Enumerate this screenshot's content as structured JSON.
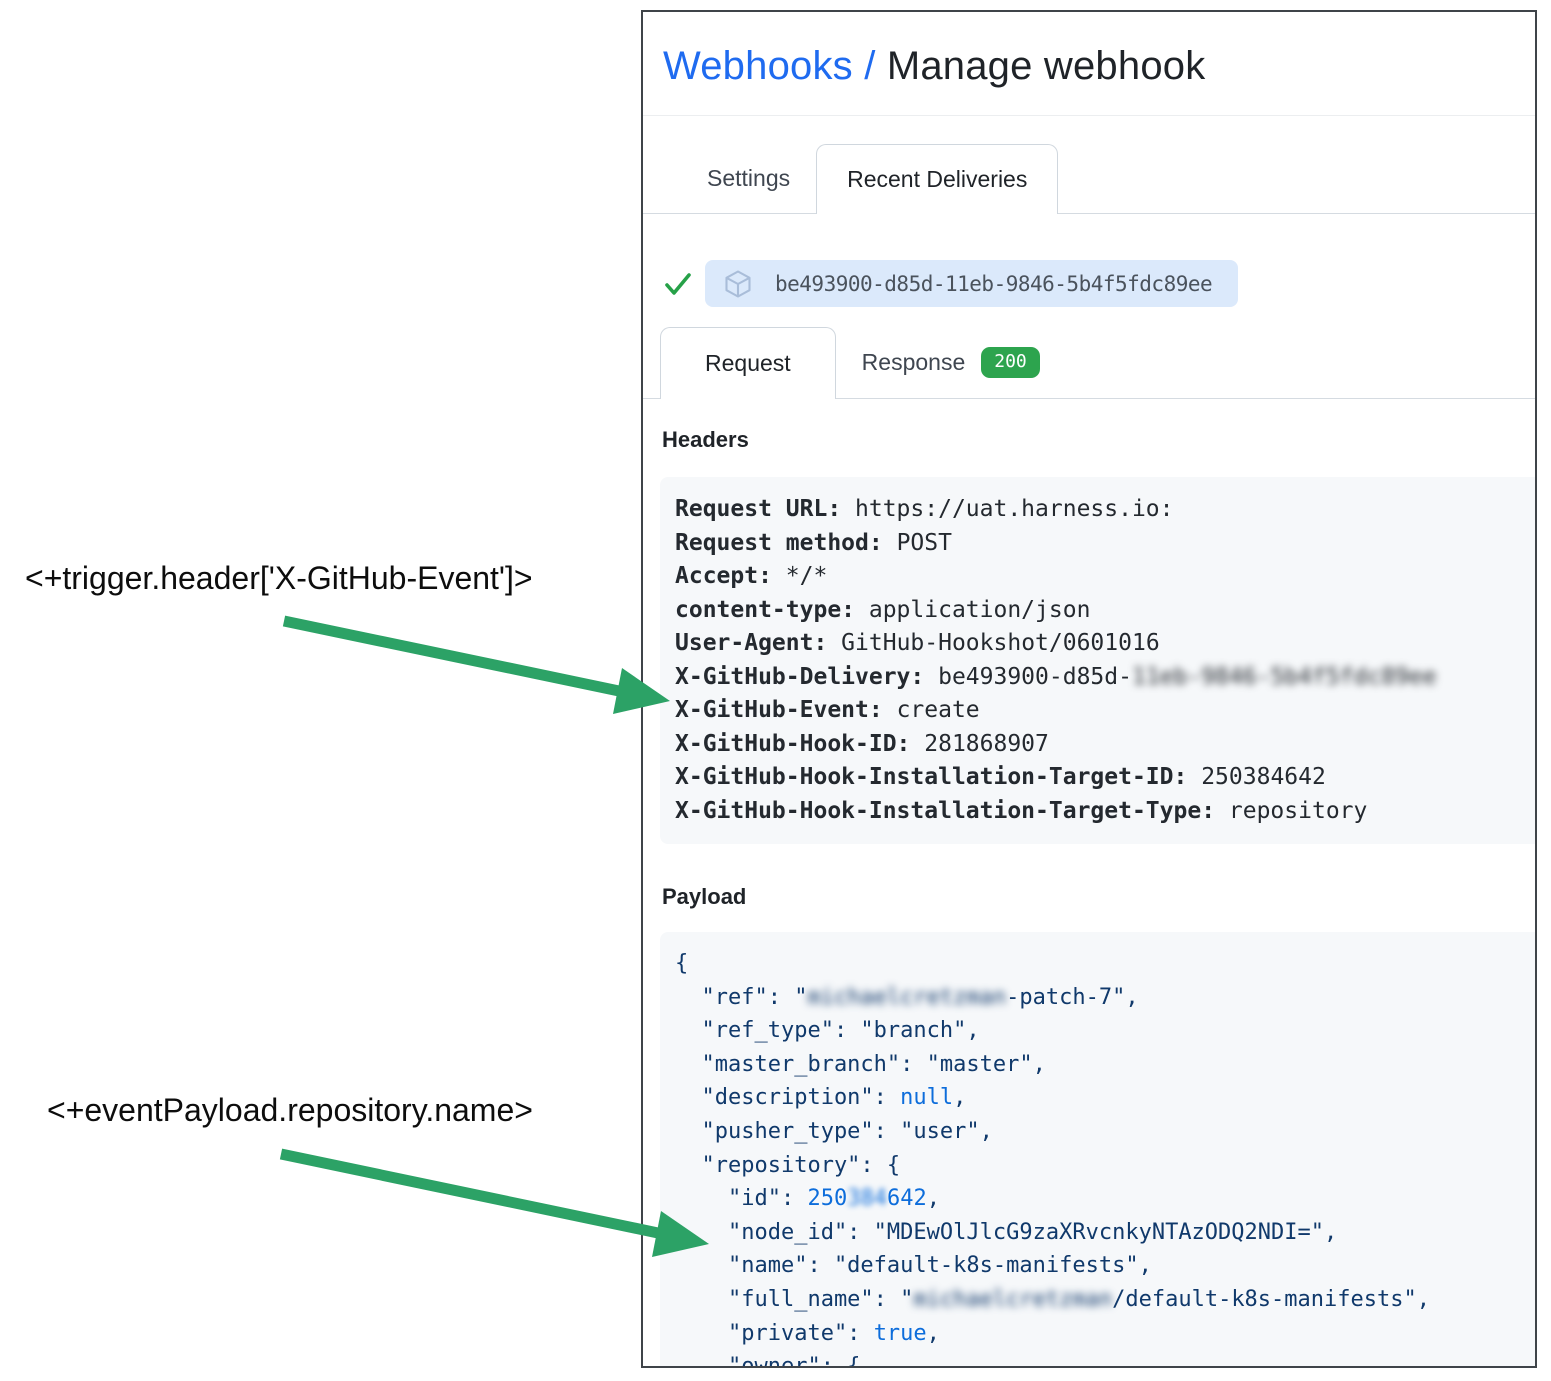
{
  "page": {
    "breadcrumb_link": "Webhooks",
    "breadcrumb_separator": " / ",
    "title": "Manage webhook"
  },
  "tabs": {
    "settings": "Settings",
    "recent_deliveries": "Recent Deliveries"
  },
  "delivery": {
    "id": "be493900-d85d-11eb-9846-5b4f5fdc89ee",
    "status_icon": "check-icon",
    "package_icon": "cube-icon"
  },
  "subtabs": {
    "request": "Request",
    "response": "Response",
    "response_status": "200"
  },
  "headers_section": {
    "heading": "Headers",
    "lines": [
      {
        "key": "Request URL:",
        "value": "https://uat.harness.io:"
      },
      {
        "key": "Request method:",
        "value": "POST"
      },
      {
        "key": "Accept:",
        "value": "*/*"
      },
      {
        "key": "content-type:",
        "value": "application/json"
      },
      {
        "key": "User-Agent:",
        "value": "GitHub-Hookshot/0601016"
      },
      {
        "key": "X-GitHub-Delivery:",
        "value": "be493900-d85d-",
        "blur": "11eb-9846-5b4f5fdc89ee"
      },
      {
        "key": "X-GitHub-Event:",
        "value": "create"
      },
      {
        "key": "X-GitHub-Hook-ID:",
        "value": "281868907"
      },
      {
        "key": "X-GitHub-Hook-Installation-Target-ID:",
        "value": "250384642"
      },
      {
        "key": "X-GitHub-Hook-Installation-Target-Type:",
        "value": "repository"
      }
    ]
  },
  "payload_section": {
    "heading": "Payload",
    "lines": [
      [
        {
          "t": "{",
          "s": "p"
        }
      ],
      [
        {
          "t": "  \"ref\": \"",
          "s": "p"
        },
        {
          "t": "michaelcretzman",
          "s": "b"
        },
        {
          "t": "-patch-7\",",
          "s": "p"
        }
      ],
      [
        {
          "t": "  \"ref_type\": \"branch\",",
          "s": "p"
        }
      ],
      [
        {
          "t": "  \"master_branch\": \"master\",",
          "s": "p"
        }
      ],
      [
        {
          "t": "  \"description\": ",
          "s": "p"
        },
        {
          "t": "null",
          "s": "l"
        },
        {
          "t": ",",
          "s": "p"
        }
      ],
      [
        {
          "t": "  \"pusher_type\": \"user\",",
          "s": "p"
        }
      ],
      [
        {
          "t": "  \"repository\": {",
          "s": "p"
        }
      ],
      [
        {
          "t": "    \"id\": ",
          "s": "p"
        },
        {
          "t": "250",
          "s": "l"
        },
        {
          "t": "384",
          "s": "lb"
        },
        {
          "t": "642",
          "s": "l"
        },
        {
          "t": ",",
          "s": "p"
        }
      ],
      [
        {
          "t": "    \"node_id\": \"MDEwOlJlcG9zaXRvcnkyNTAzODQ2NDI=\",",
          "s": "p"
        }
      ],
      [
        {
          "t": "    \"name\": \"default-k8s-manifests\",",
          "s": "p"
        }
      ],
      [
        {
          "t": "    \"full_name\": \"",
          "s": "p"
        },
        {
          "t": "michaelcretzman",
          "s": "b"
        },
        {
          "t": "/default-k8s-manifests\",",
          "s": "p"
        }
      ],
      [
        {
          "t": "    \"private\": ",
          "s": "p"
        },
        {
          "t": "true",
          "s": "l"
        },
        {
          "t": ",",
          "s": "p"
        }
      ],
      [
        {
          "t": "    \"owner\": {",
          "s": "p"
        }
      ]
    ]
  },
  "annotations": {
    "trigger_expression": "<+trigger.header['X-GitHub-Event']>",
    "payload_expression": "<+eventPayload.repository.name>"
  },
  "colors": {
    "arrow_green": "#2ca266",
    "check_green": "#26a148",
    "badge_green": "#2da44e",
    "link_blue": "#1f6bf0",
    "pill_blue": "#dbe9fb",
    "code_bg": "#f6f8fa",
    "json_navy": "#10396b",
    "json_literal_blue": "#0d6ddb"
  }
}
